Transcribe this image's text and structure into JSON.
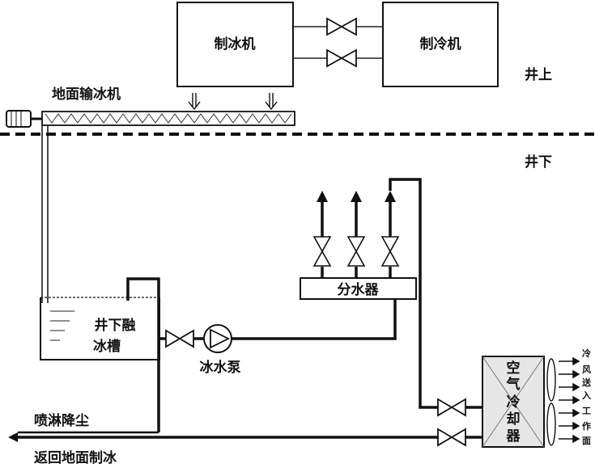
{
  "labels": {
    "ice_machine": "制冰机",
    "refrigerator": "制冷机",
    "above_ground": "井上",
    "underground": "井下",
    "ground_conveyor": "地面输冰机",
    "melt_tank_line1": "井下融",
    "melt_tank_line2": "冰槽",
    "ice_water_pump": "冰水泵",
    "distributor": "分水器",
    "air_cooler_chars": [
      "空",
      "气",
      "冷",
      "却",
      "器"
    ],
    "cool_air_chars": [
      "冷",
      "风",
      "送",
      "入",
      "工",
      "作",
      "面"
    ],
    "spray_dust": "喷淋降尘",
    "return_ground": "返回地面制冰"
  },
  "colors": {
    "line": "#111111",
    "box_fill": "#ffffff",
    "cooler_fill": "#e6e6e6"
  }
}
